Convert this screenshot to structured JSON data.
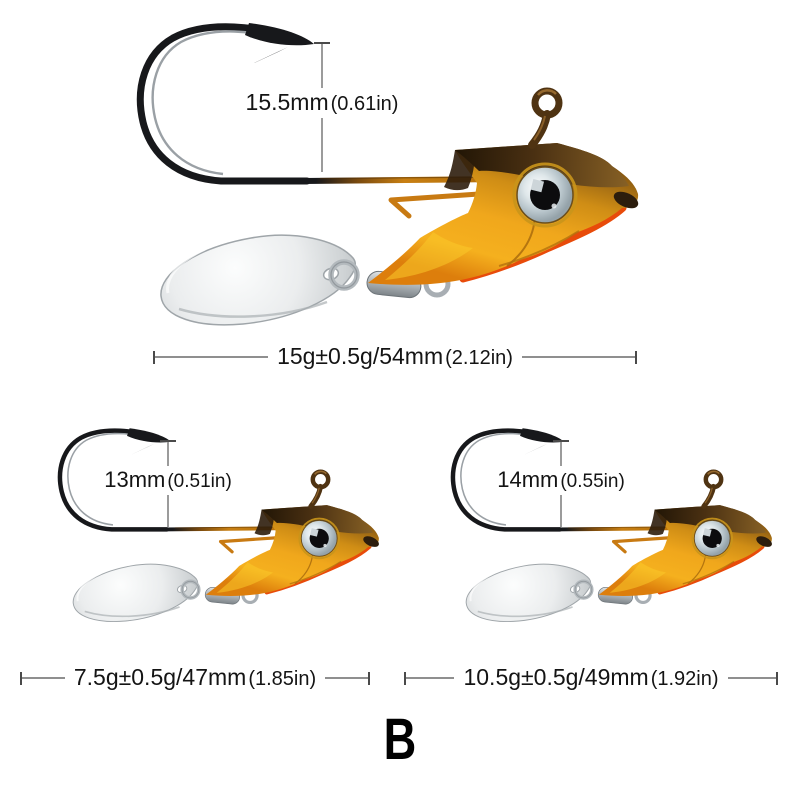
{
  "product": {
    "variant_label": "B",
    "lures": [
      {
        "position": "top",
        "hook_gap": "15.5mm",
        "hook_gap_inches": "(0.61in)",
        "weight_length": "15g±0.5g/54mm",
        "length_inches": "(2.12in)"
      },
      {
        "position": "bottom-left",
        "hook_gap": "13mm",
        "hook_gap_inches": "(0.51in)",
        "weight_length": "7.5g±0.5g/47mm",
        "length_inches": "(1.85in)"
      },
      {
        "position": "bottom-right",
        "hook_gap": "14mm",
        "hook_gap_inches": "(0.55in)",
        "weight_length": "10.5g±0.5g/49mm",
        "length_inches": "(1.92in)"
      }
    ]
  },
  "colors": {
    "background": "#ffffff",
    "annotation_text": "#141414",
    "measure_line": "#8f8f8f",
    "measure_tick": "#4a4a4a",
    "hook_black": "#17181b",
    "jig_body_orange": "#f0a71c",
    "jig_head_brown": "#4a3012",
    "belly_rim_red": "#e84b0a",
    "blade_silver": "#d9dcde",
    "keeper_wire_orange": "#c87a12"
  }
}
